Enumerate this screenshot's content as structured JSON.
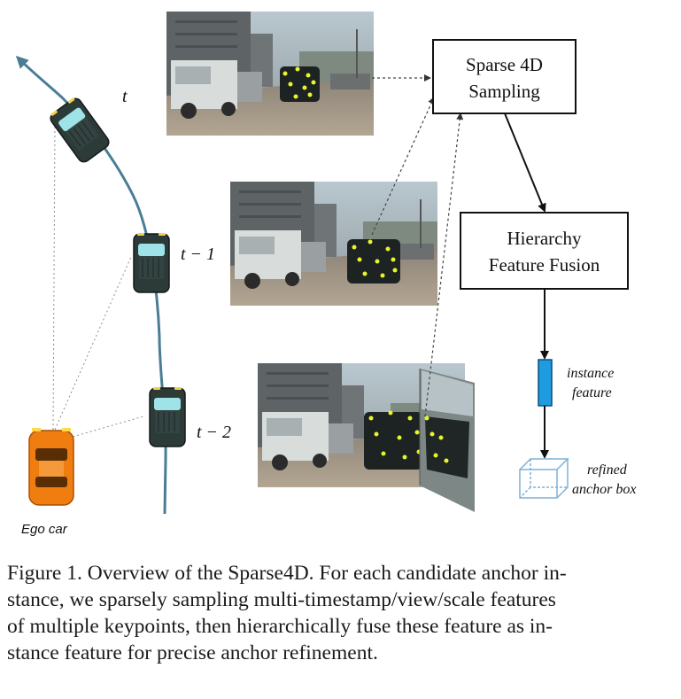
{
  "diagram": {
    "boxes": {
      "sampling_line1": "Sparse 4D",
      "sampling_line2": "Sampling",
      "fusion_line1": "Hierarchy",
      "fusion_line2": "Feature Fusion"
    },
    "time_labels": {
      "t0": "t",
      "t1": "t − 1",
      "t2": "t − 2"
    },
    "ego_label": "Ego car",
    "instance_line1": "instance",
    "instance_line2": "feature",
    "anchor_line1": "refined",
    "anchor_line2": "anchor box",
    "colors": {
      "keypoint": "#e8f52a",
      "instance_feature": "#1f9be0",
      "anchor_box": "#7fb0d6",
      "ego_car": "#f07d10",
      "other_car": "#2c3a38",
      "trajectory": "#4a7d95"
    }
  },
  "caption": {
    "lines": [
      "Figure 1. Overview of the Sparse4D. For each candidate anchor in-",
      "stance, we sparsely sampling multi-timestamp/view/scale features",
      "of multiple keypoints, then hierarchically fuse these feature as in-",
      "stance feature for precise anchor refinement."
    ]
  }
}
